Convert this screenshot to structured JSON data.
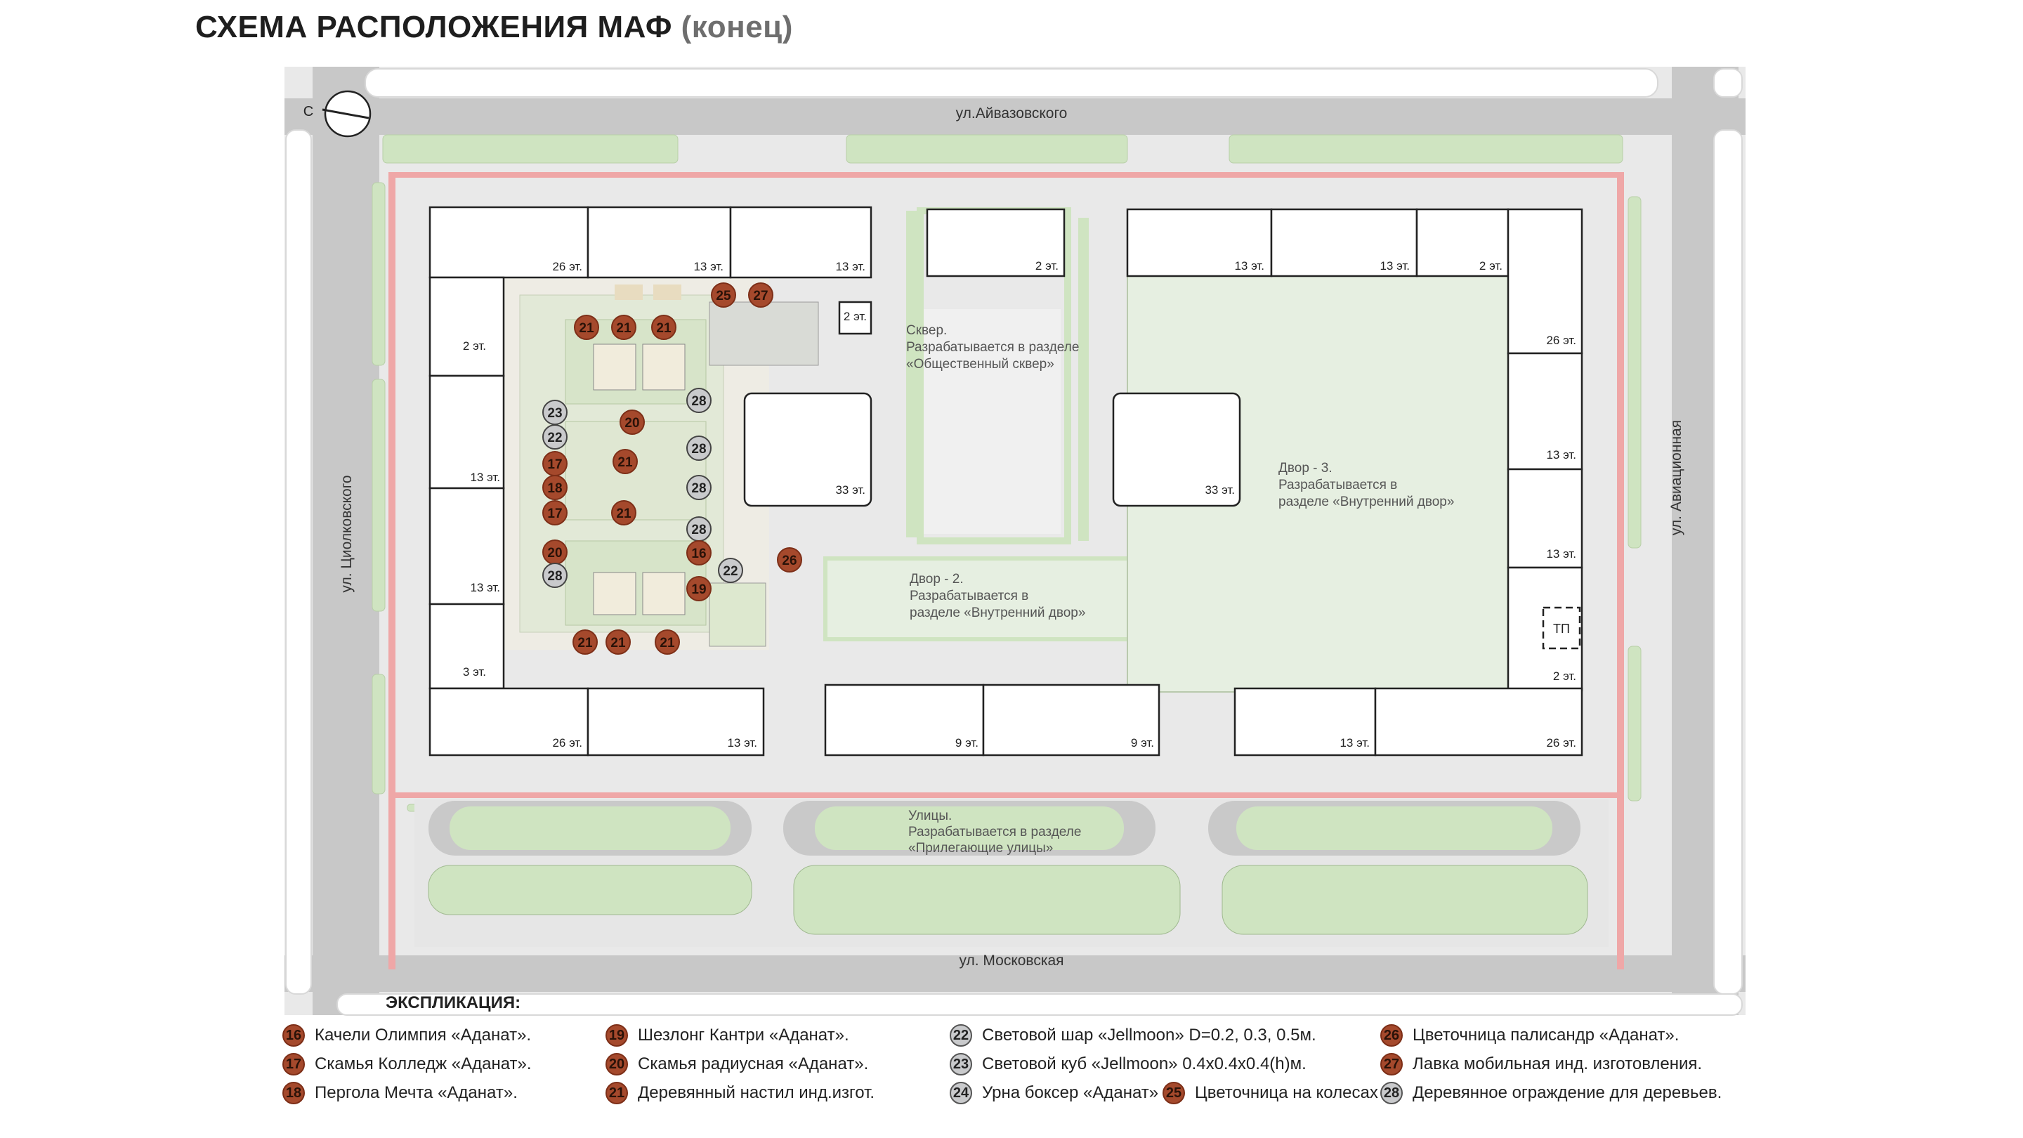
{
  "title": {
    "main": "СХЕМА РАСПОЛОЖЕНИЯ МАФ",
    "sub": "(конец)"
  },
  "compass": {
    "label": "С"
  },
  "streets": {
    "north": "ул.Айвазовского",
    "south": "ул. Московская",
    "west": "ул. Циолковского",
    "east": "ул. Авиационная"
  },
  "zones": {
    "square": [
      "Сквер.",
      "Разрабатывается в разделе",
      "«Общественный сквер»"
    ],
    "yard2": [
      "Двор - 2.",
      "Разрабатывается в",
      "разделе «Внутренний двор»"
    ],
    "yard3": [
      "Двор - 3.",
      "Разрабатывается в",
      "разделе «Внутренний двор»"
    ],
    "streets": [
      "Улицы.",
      "Разрабатывается в разделе",
      "«Прилегающие улицы»"
    ]
  },
  "buildings": {
    "b1": "26 эт.",
    "b2": "13 эт.",
    "b3": "13 эт.",
    "b4": "2 эт.",
    "b5": "2 эт.",
    "b6": "13 эт.",
    "b7": "13 эт.",
    "b8": "3 эт.",
    "b9": "26 эт.",
    "b10": "13 эт.",
    "b11": "33 эт.",
    "b12": "2 эт.",
    "b13": "9 эт.",
    "b14": "9 эт.",
    "b15": "13 эт.",
    "b16": "13 эт.",
    "b17": "2 эт.",
    "b18": "33 эт.",
    "b19": "26 эт.",
    "b20": "13 эт.",
    "b21": "13 эт.",
    "b22": "2 эт.",
    "b23": "13 эт.",
    "b24": "26 эт.",
    "tp": "ТП"
  },
  "markers": [
    {
      "n": "25",
      "c": "r"
    },
    {
      "n": "27",
      "c": "r"
    },
    {
      "n": "21",
      "c": "r"
    },
    {
      "n": "21",
      "c": "r"
    },
    {
      "n": "21",
      "c": "r"
    },
    {
      "n": "28",
      "c": "g"
    },
    {
      "n": "23",
      "c": "g"
    },
    {
      "n": "20",
      "c": "r"
    },
    {
      "n": "22",
      "c": "g"
    },
    {
      "n": "28",
      "c": "g"
    },
    {
      "n": "17",
      "c": "r"
    },
    {
      "n": "21",
      "c": "r"
    },
    {
      "n": "18",
      "c": "r"
    },
    {
      "n": "28",
      "c": "g"
    },
    {
      "n": "17",
      "c": "r"
    },
    {
      "n": "21",
      "c": "r"
    },
    {
      "n": "28",
      "c": "g"
    },
    {
      "n": "20",
      "c": "r"
    },
    {
      "n": "16",
      "c": "r"
    },
    {
      "n": "26",
      "c": "r"
    },
    {
      "n": "22",
      "c": "g"
    },
    {
      "n": "28",
      "c": "g"
    },
    {
      "n": "19",
      "c": "r"
    },
    {
      "n": "21",
      "c": "r"
    },
    {
      "n": "21",
      "c": "r"
    },
    {
      "n": "21",
      "c": "r"
    }
  ],
  "legend": {
    "title": "ЭКСПЛИКАЦИЯ:",
    "items": [
      {
        "n": "16",
        "c": "r",
        "text": "Качели Олимпия «Аданат»."
      },
      {
        "n": "17",
        "c": "r",
        "text": "Скамья Колледж «Аданат»."
      },
      {
        "n": "18",
        "c": "r",
        "text": "Пергола Мечта «Аданат»."
      },
      {
        "n": "19",
        "c": "r",
        "text": "Шезлонг Кантри «Аданат»."
      },
      {
        "n": "20",
        "c": "r",
        "text": "Скамья радиусная «Аданат»."
      },
      {
        "n": "21",
        "c": "r",
        "text": "Деревянный настил инд.изгот."
      },
      {
        "n": "22",
        "c": "g",
        "text": "Световой шар «Jellmoon» D=0.2, 0.3, 0.5м."
      },
      {
        "n": "23",
        "c": "g",
        "text": "Световой куб «Jellmoon» 0.4х0.4х0.4(h)м."
      },
      {
        "n": "24",
        "c": "g",
        "text": "Урна боксер «Аданат»"
      },
      {
        "n": "25",
        "c": "r",
        "text": "Цветочница на колесах"
      },
      {
        "n": "26",
        "c": "r",
        "text": "Цветочница палисандр «Аданат»."
      },
      {
        "n": "27",
        "c": "r",
        "text": "Лавка мобильная инд. изготовления."
      },
      {
        "n": "28",
        "c": "g",
        "text": "Деревянное ограждение для деревьев."
      }
    ]
  },
  "colors": {
    "road": "#c8c8c8",
    "sidewalk": "#e9e9e9",
    "green": "#cfe4c1",
    "lawn": "#e6efe1",
    "bike": "#efa7a7",
    "marker_red": "#a5492c",
    "marker_gray": "#c9cacc"
  }
}
